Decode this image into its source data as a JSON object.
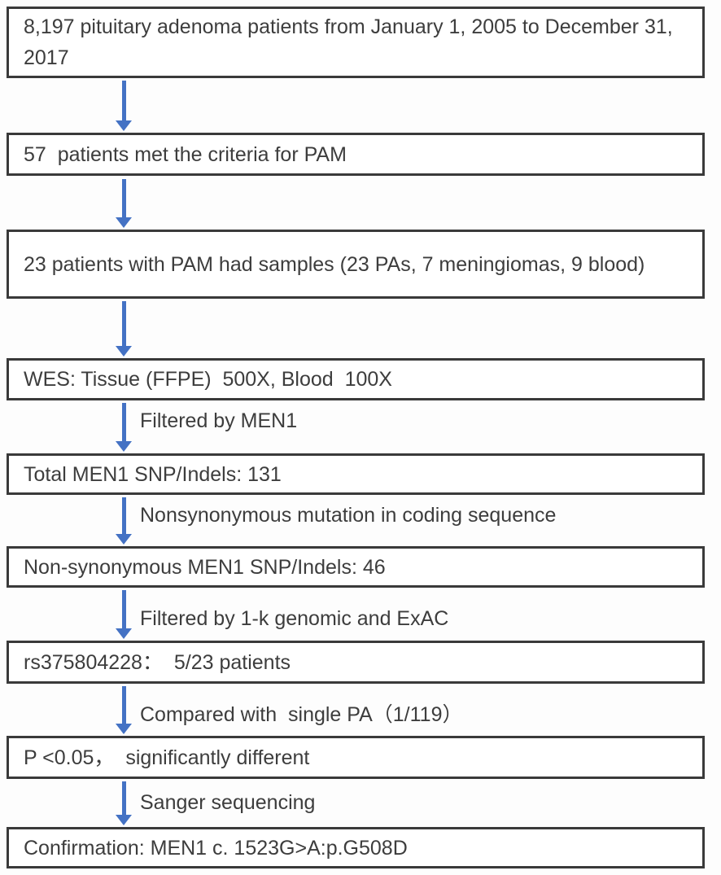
{
  "figure": {
    "type": "flowchart",
    "arrow_color": "#4472c4",
    "border_color": "#3a3a3a",
    "text_color": "#3d3d3d",
    "background_color": "#fdfdfd"
  },
  "boxes": [
    {
      "text": "8,197 pituitary adenoma patients from January 1, 2005 to December 31, 2017"
    },
    {
      "text": "57  patients met the criteria for PAM"
    },
    {
      "text": "23 patients with PAM had samples (23 PAs, 7 meningiomas, 9 blood)"
    },
    {
      "text": "WES: Tissue (FFPE)  500X, Blood  100X"
    },
    {
      "text": "Total MEN1 SNP/Indels: 131"
    },
    {
      "text": "Non-synonymous MEN1 SNP/Indels: 46"
    },
    {
      "text": "rs375804228：  5/23 patients"
    },
    {
      "text": "P <0.05，  significantly different"
    },
    {
      "text": "Confirmation: MEN1 c. 1523G>A:p.G508D"
    }
  ],
  "arrow_labels": [
    {
      "text": "Filtered by MEN1"
    },
    {
      "text": "Nonsynonymous mutation in coding sequence"
    },
    {
      "text": "Filtered by 1-k genomic and ExAC"
    },
    {
      "text": "Compared with  single PA（1/119）"
    },
    {
      "text": "Sanger sequencing"
    }
  ]
}
